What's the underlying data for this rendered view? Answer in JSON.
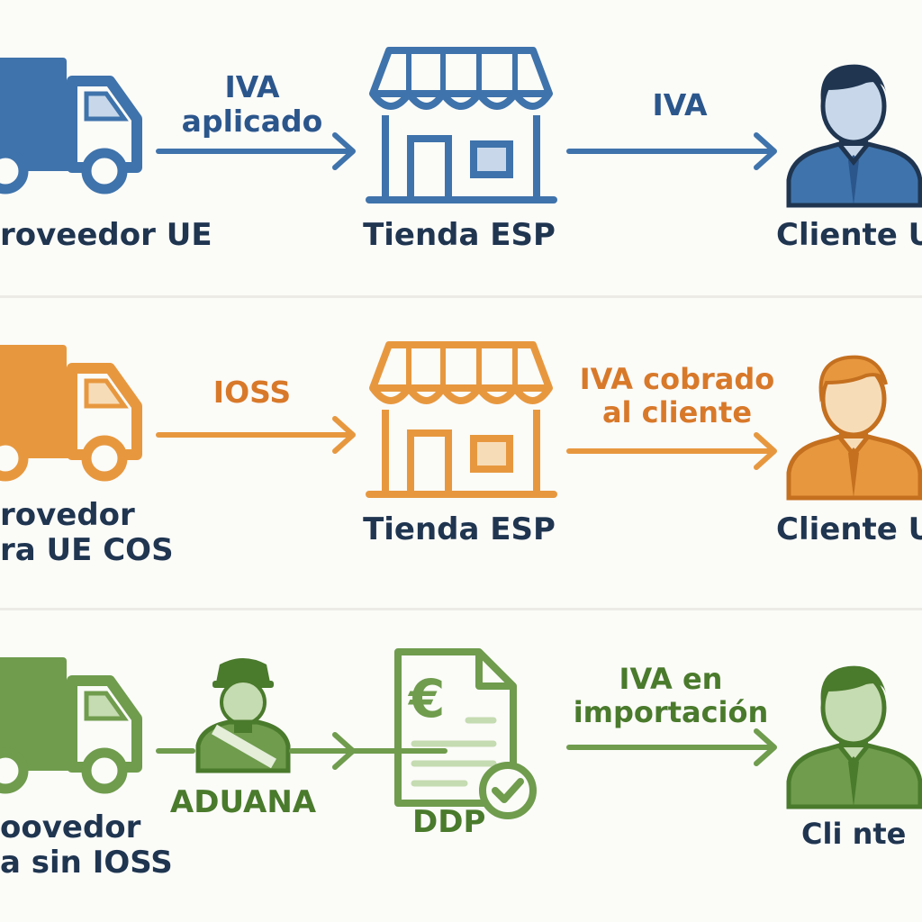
{
  "colors": {
    "blue": "#3f73ab",
    "blue_light": "#c8d8ea",
    "orange": "#e7983f",
    "orange_light": "#f7dcb8",
    "green": "#6f9c4d",
    "green_light": "#c5dbb1",
    "navy_text": "#1f3550"
  },
  "rows": [
    {
      "id": "ue",
      "supplier_label": "roveedor UE",
      "arrow1_label": [
        "IVA",
        "aplicado"
      ],
      "store_label": "Tienda ESP",
      "arrow2_label": [
        "IVA"
      ],
      "client_label": "Cliente U"
    },
    {
      "id": "ioss",
      "supplier_label": [
        "rovedor",
        "ra UE COS"
      ],
      "arrow1_label": [
        "IOSS"
      ],
      "store_label": "Tienda ESP",
      "arrow2_label": [
        "IVA cobrado",
        "al cliente"
      ],
      "client_label": "Cliente U"
    },
    {
      "id": "sin-ioss",
      "supplier_label": [
        "oovedor",
        "a sin IOSS"
      ],
      "customs_label": "ADUANA",
      "document_symbol": "€",
      "document_label": "DDP",
      "arrow2_label": [
        "IVA en",
        "importación"
      ],
      "client_label": "Cli nte"
    }
  ],
  "icons": [
    "truck-icon",
    "store-icon",
    "customer-icon",
    "customs-officer-icon",
    "invoice-document-icon",
    "check-badge-icon"
  ]
}
